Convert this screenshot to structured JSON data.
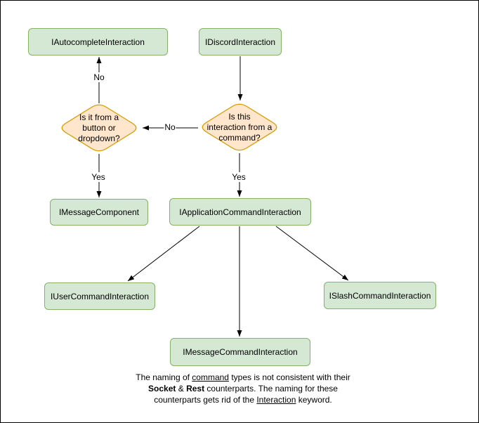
{
  "colors": {
    "node_fill": "#d5e8d4",
    "node_border": "#82b366",
    "decision_fill": "#ffe6cc",
    "decision_border": "#d79b00",
    "arrow": "#000000",
    "canvas_border": "#000000",
    "background": "#ffffff"
  },
  "diagram": {
    "nodes": {
      "autocomplete": {
        "label": "IAutocompleteInteraction"
      },
      "discord": {
        "label": "IDiscordInteraction"
      },
      "button_dropdown_question": {
        "label": "Is it from a\nbutton or\ndropdown?"
      },
      "command_question": {
        "label": "Is this\ninteraction from a\ncommand?"
      },
      "message_component": {
        "label": "IMessageComponent"
      },
      "application_command": {
        "label": "IApplicationCommandInteraction"
      },
      "user_command": {
        "label": "IUserCommandInteraction"
      },
      "message_command": {
        "label": "IMessageCommandInteraction"
      },
      "slash_command": {
        "label": "ISlashCommandInteraction"
      }
    },
    "edge_labels": {
      "no_to_autocomplete": "No",
      "no_to_button_dropdown": "No",
      "yes_to_message_component": "Yes",
      "yes_to_application_command": "Yes"
    },
    "caption": {
      "line1_pre": "The naming of ",
      "line1_underlined": "command",
      "line1_post": " types is not consistent with their",
      "line2_bold1": "Socket",
      "line2_mid": " & ",
      "line2_bold2": "Rest",
      "line2_post": " counterparts. The naming for these",
      "line3_pre": "counterparts gets rid of the ",
      "line3_underlined": "Interaction",
      "line3_post": " keyword."
    }
  }
}
